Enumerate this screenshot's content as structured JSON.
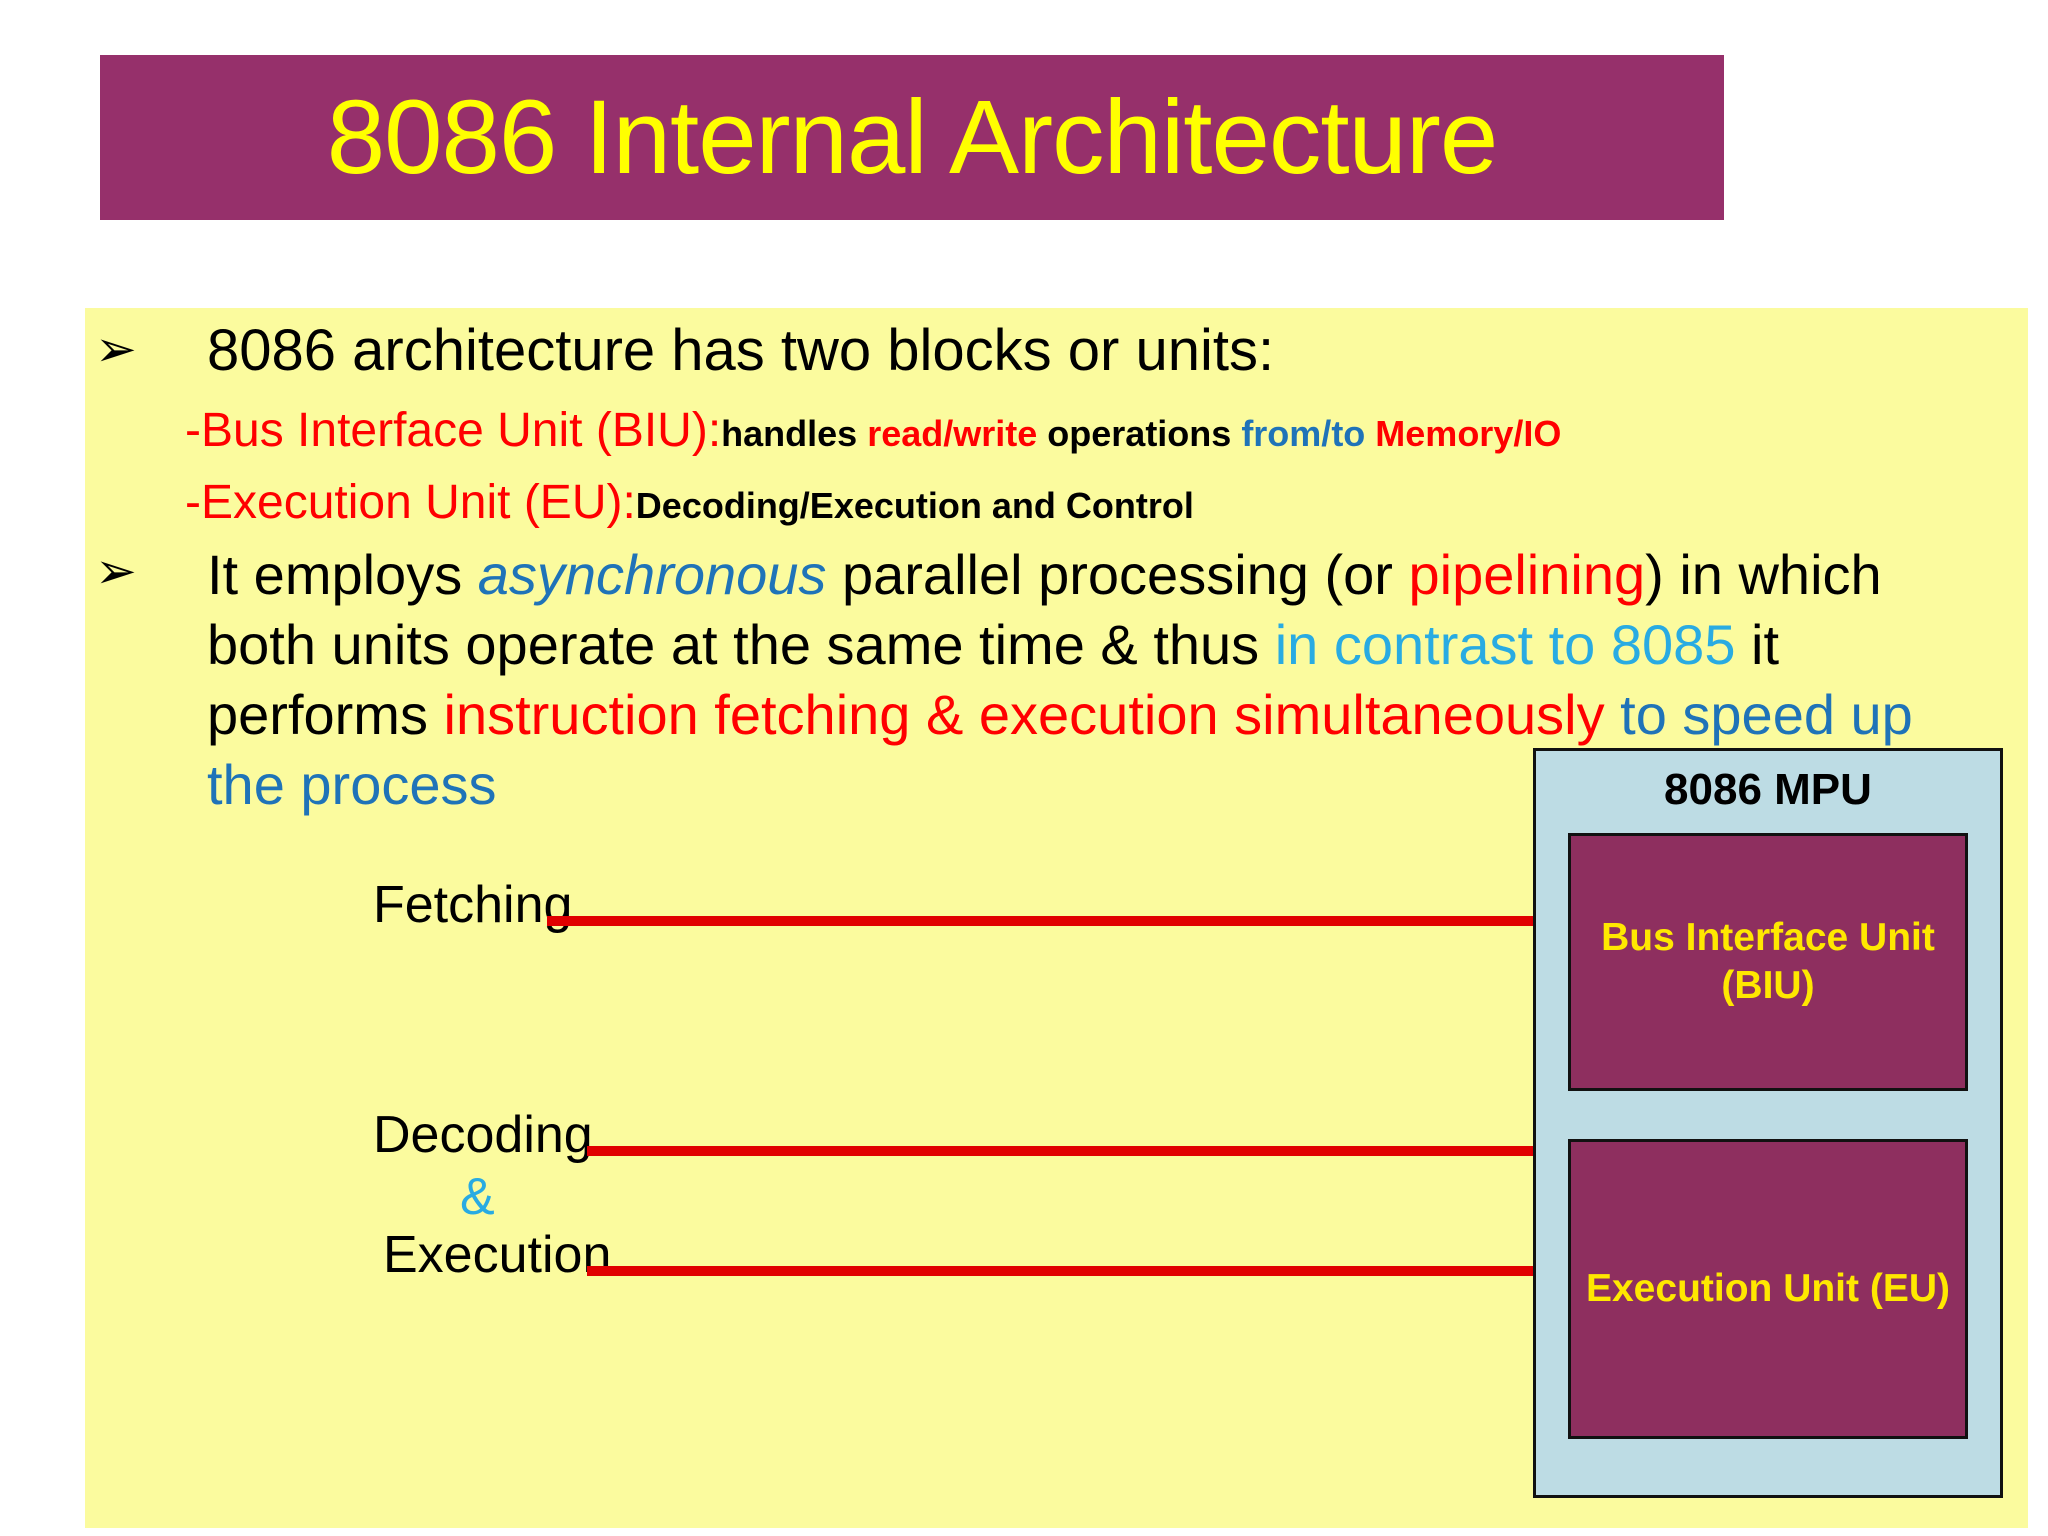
{
  "slide": {
    "title": "8086 Internal Architecture",
    "title_bar_color": "#96306B",
    "title_text_color": "#FFFF00",
    "panel_background_color": "#FBFB9E"
  },
  "bullets": {
    "marker": "➢",
    "first": {
      "text": "8086 architecture has two blocks or units:",
      "sub_lines": [
        {
          "head": "-Bus Interface Unit (BIU):",
          "head_color": "#FF0000",
          "parts": [
            {
              "text": "handles ",
              "color": "#000000"
            },
            {
              "text": "read/write",
              "color": "#FF0000"
            },
            {
              "text": " operations ",
              "color": "#000000"
            },
            {
              "text": "from/to",
              "color": "#1F73B8"
            },
            {
              "text": " Memory/IO",
              "color": "#FF0000"
            }
          ]
        },
        {
          "head": "-Execution Unit (EU):",
          "head_color": "#FF0000",
          "parts": [
            {
              "text": "Decoding/Execution and Control",
              "color": "#000000"
            }
          ]
        }
      ]
    },
    "second": {
      "segments": [
        {
          "text": "It employs ",
          "color": "#000000",
          "style": "normal"
        },
        {
          "text": "asynchronous",
          "color": "#1F73B8",
          "style": "italic"
        },
        {
          "text": " parallel processing (or ",
          "color": "#000000",
          "style": "normal"
        },
        {
          "text": "pipelining",
          "color": "#FF0000",
          "style": "normal"
        },
        {
          "text": ") in which both units operate at the same time & thus ",
          "color": "#000000",
          "style": "normal"
        },
        {
          "text": "in contrast to 8085",
          "color": "#29ABE2",
          "style": "normal"
        },
        {
          "text": " it performs ",
          "color": "#000000",
          "style": "normal"
        },
        {
          "text": "instruction fetching & execution simultaneously",
          "color": "#FF0000",
          "style": "normal"
        },
        {
          "text": " to speed up the process",
          "color": "#1F73B8",
          "style": "normal"
        }
      ]
    }
  },
  "diagram": {
    "mpu_title": "8086 MPU",
    "mpu_background_color": "#BDDCE4",
    "unit_background_color": "#8E2F5F",
    "unit_text_color": "#FFE800",
    "arrow_color": "#E00000",
    "units": [
      {
        "name": "biu",
        "label": "Bus Interface Unit (BIU)"
      },
      {
        "name": "eu",
        "label": "Execution Unit (EU)"
      }
    ],
    "process_labels": {
      "fetching": "Fetching",
      "decoding": "Decoding",
      "ampersand": "&",
      "execution": "Execution"
    }
  }
}
